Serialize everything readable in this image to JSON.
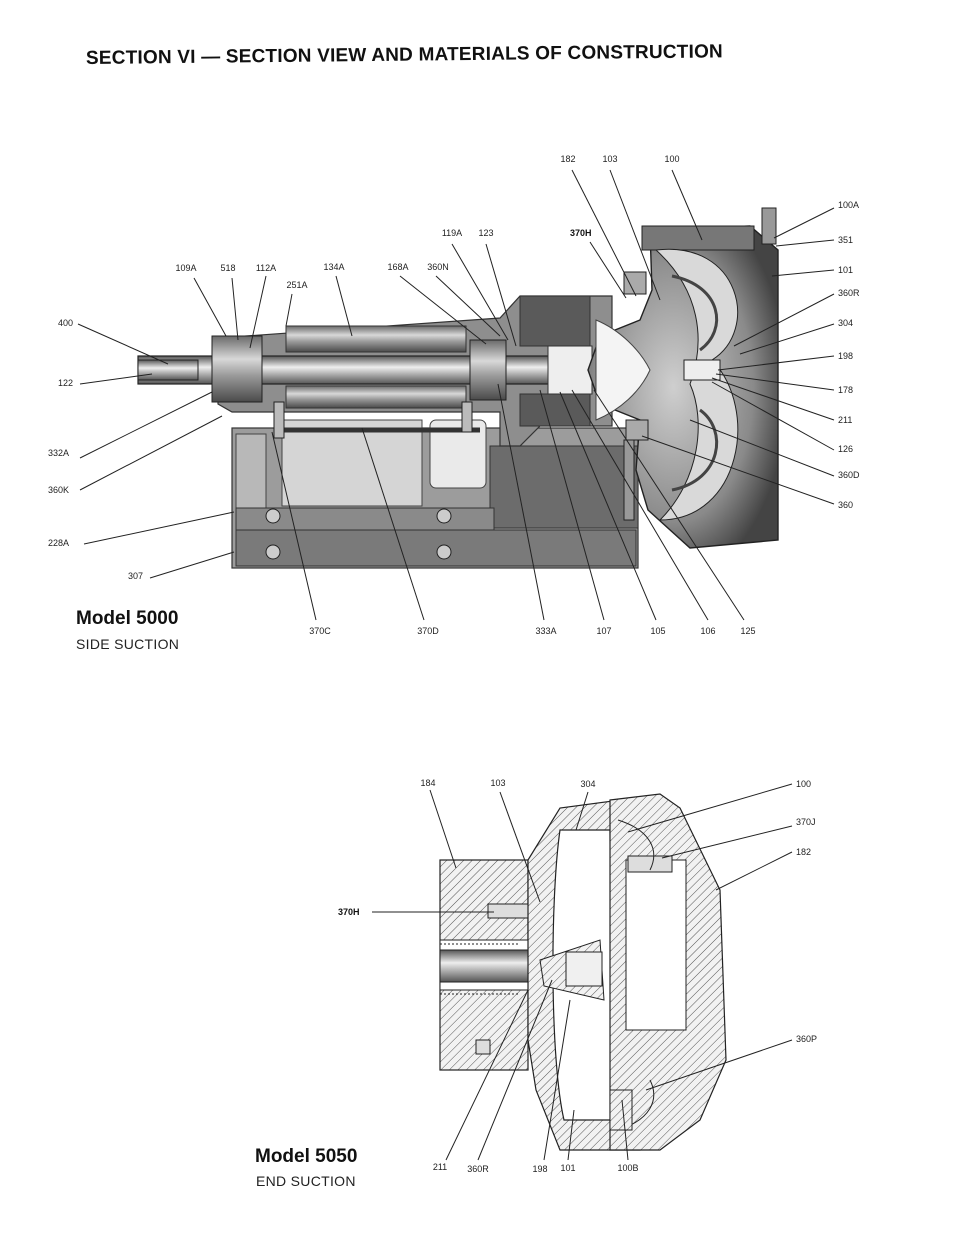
{
  "page": {
    "title": "SECTION VI — SECTION VIEW AND MATERIALS OF CONSTRUCTION"
  },
  "model_5000": {
    "name": "Model 5000",
    "subtitle": "SIDE SUCTION",
    "callouts": {
      "c182": "182",
      "c103": "103",
      "c100": "100",
      "c100A": "100A",
      "c351": "351",
      "c101": "101",
      "c360R": "360R",
      "c304": "304",
      "c198": "198",
      "c178": "178",
      "c211": "211",
      "c126": "126",
      "c360D": "360D",
      "c360": "360",
      "c370H": "370H",
      "c119A": "119A",
      "c123": "123",
      "c109A": "109A",
      "c518": "518",
      "c112A": "112A",
      "c134A": "134A",
      "c168A": "168A",
      "c360N": "360N",
      "c251A": "251A",
      "c400": "400",
      "c122": "122",
      "c332A": "332A",
      "c360K": "360K",
      "c228A": "228A",
      "c307": "307",
      "c370C": "370C",
      "c370D": "370D",
      "c333A": "333A",
      "c107": "107",
      "c105": "105",
      "c106": "106",
      "c125": "125"
    }
  },
  "model_5050": {
    "name": "Model 5050",
    "subtitle": "END SUCTION",
    "callouts": {
      "c184": "184",
      "c103": "103",
      "c304": "304",
      "c100": "100",
      "c370J": "370J",
      "c182": "182",
      "c370H": "370H",
      "c360P": "360P",
      "c211": "211",
      "c360R": "360R",
      "c198": "198",
      "c101": "101",
      "c100B": "100B"
    }
  }
}
